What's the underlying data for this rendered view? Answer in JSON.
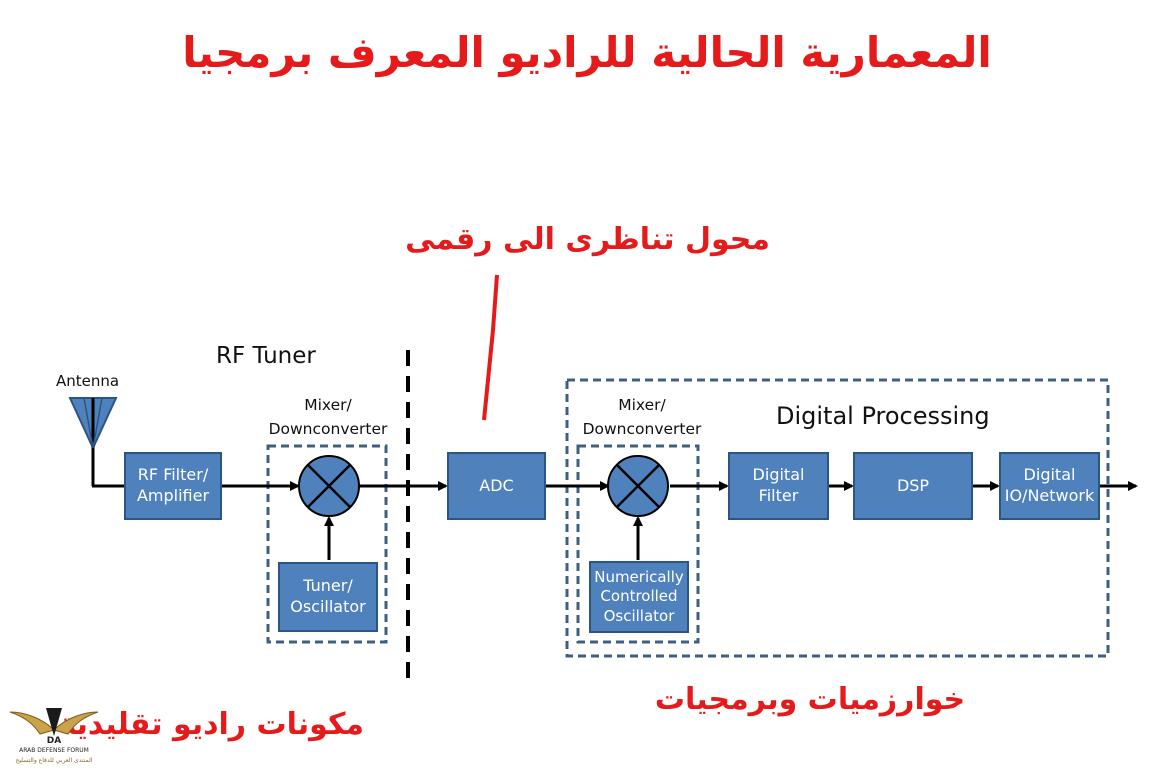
{
  "title": "المعمارية الحالية للراديو المعرف برمجيا",
  "adc_callout": "محول تناظرى الى رقمى",
  "analog_caption": "مكونات راديو تقليدية",
  "digital_caption": "خوارزميات وبرمجيات",
  "labels": {
    "antenna": "Antenna",
    "rf_tuner": "RF Tuner",
    "mixer1": "Mixer/\nDownconverter",
    "mixer2": "Mixer/\nDownconverter",
    "digital_processing": "Digital Processing"
  },
  "blocks": {
    "rf_filter": "RF Filter/\nAmplifier",
    "tuner": "Tuner/\nOscillator",
    "adc": "ADC",
    "nco": "Numerically\nControlled\nOscillator",
    "digital_filter": "Digital\nFilter",
    "dsp": "DSP",
    "digital_io": "Digital\nIO/Network"
  },
  "logo": {
    "brand": "ARAB DEFENSE FORUM",
    "initials": "DA",
    "subtitle": "المنتدى العربي للدفاع والتسليح"
  },
  "colors": {
    "accent_red": "#e51a1a",
    "block_blue": "#4f81bd",
    "block_border": "#2c5587",
    "dashed_box": "#3e5f82"
  }
}
